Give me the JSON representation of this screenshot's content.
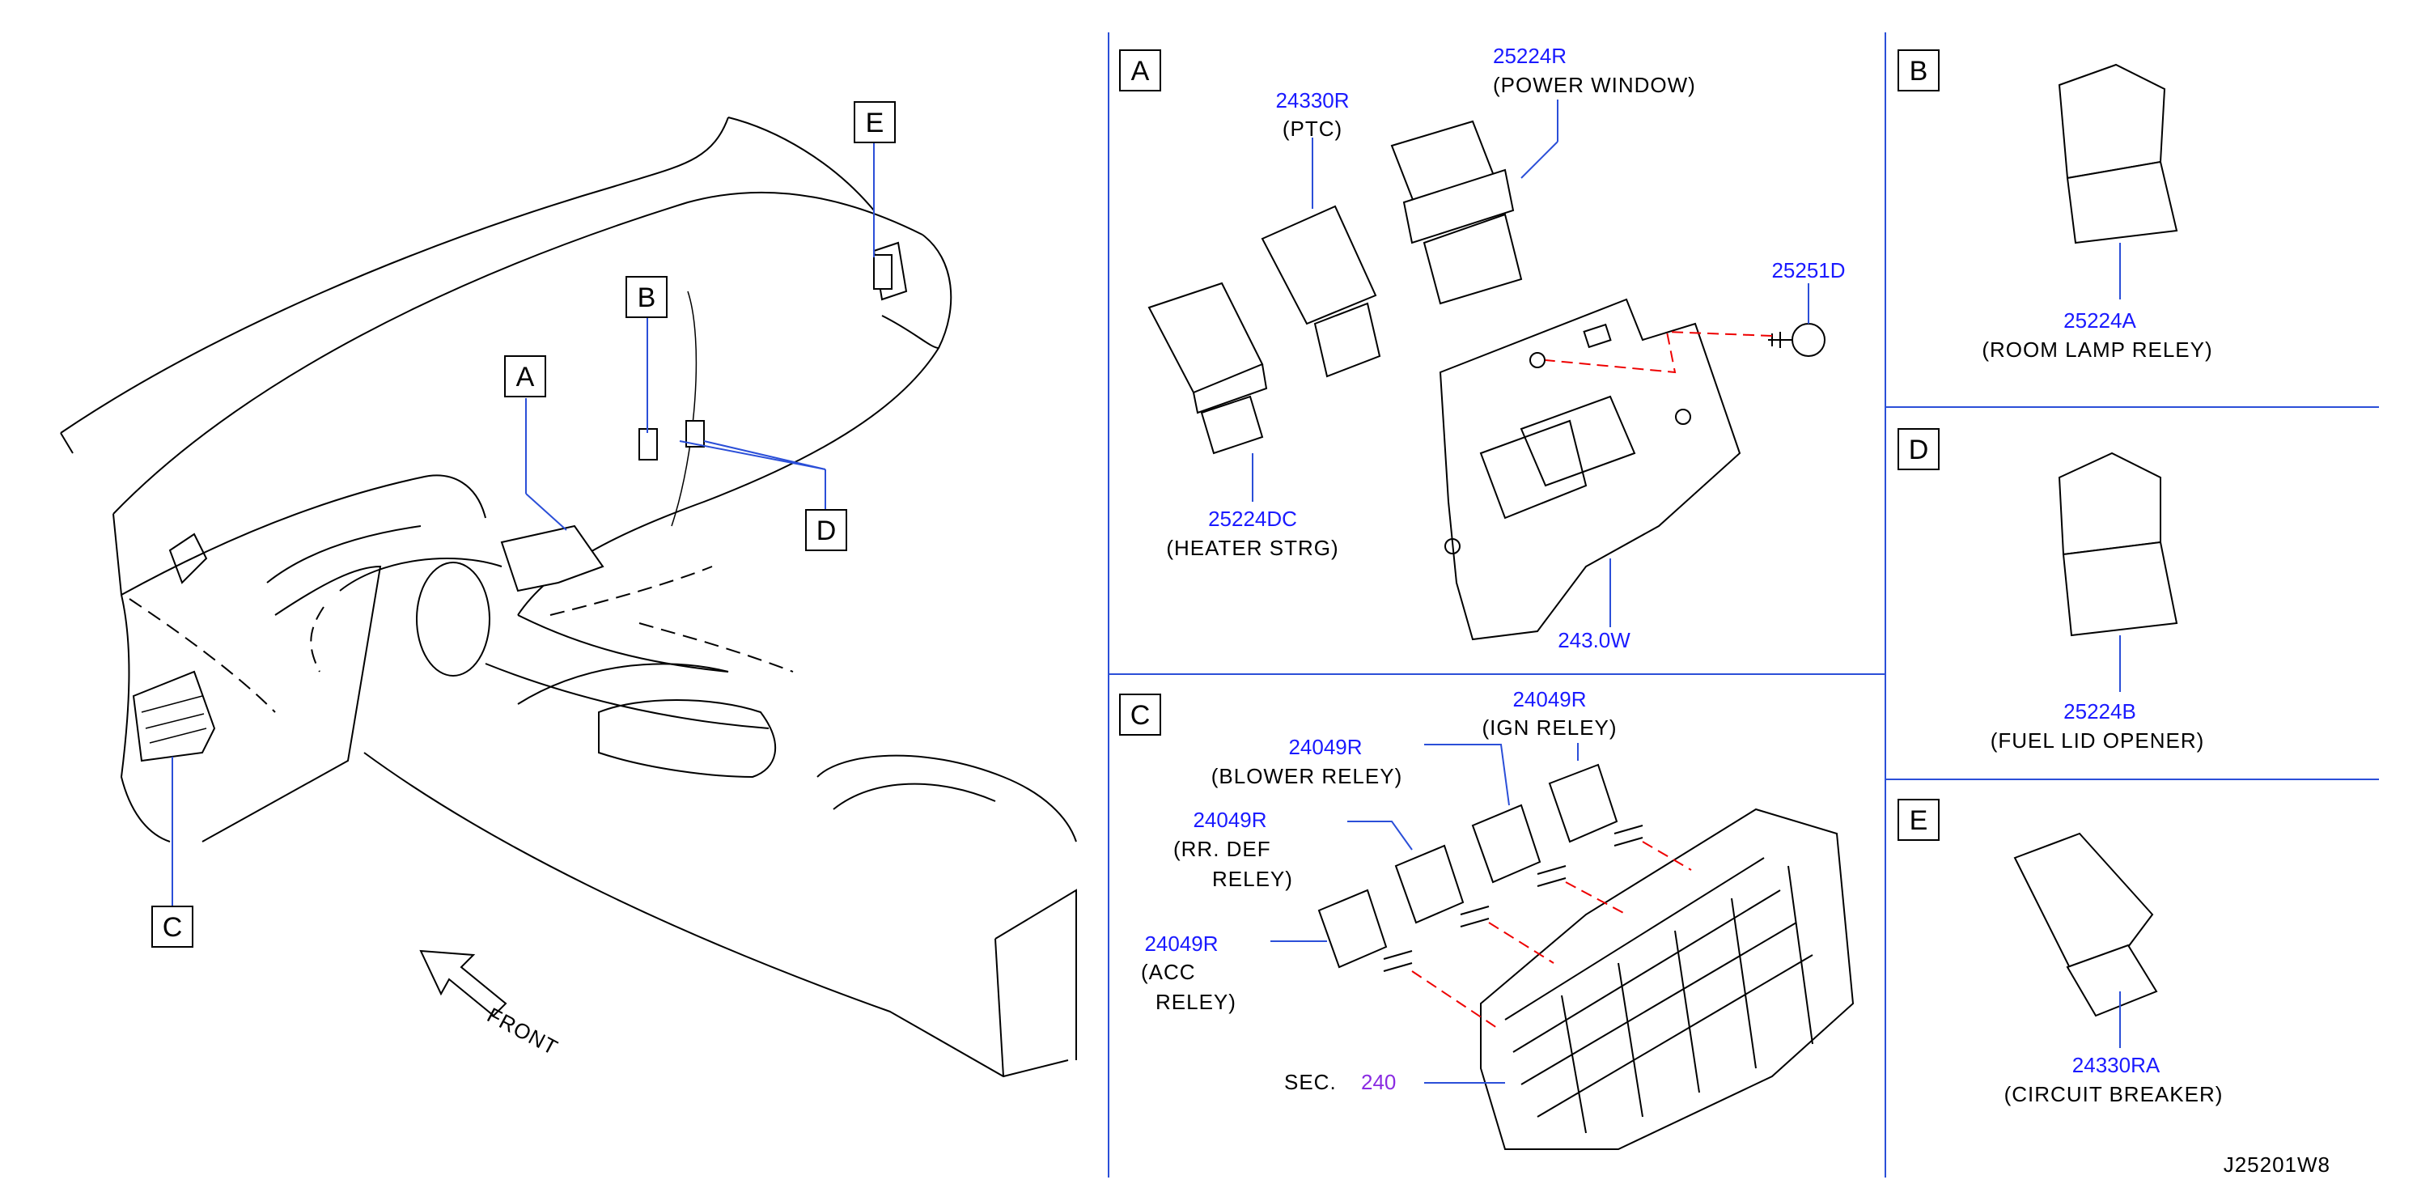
{
  "overview": {
    "labels": [
      "A",
      "B",
      "C",
      "D",
      "E"
    ],
    "front_label": "FRONT"
  },
  "panel_a": {
    "letter": "A",
    "parts": [
      {
        "number": "24330R",
        "desc": "(PTC)"
      },
      {
        "number": "25224R",
        "desc": "(POWER WINDOW)"
      },
      {
        "number": "25251D",
        "desc": ""
      },
      {
        "number": "25224DC",
        "desc": "(HEATER STRG)"
      },
      {
        "number": "243.0W",
        "desc": ""
      }
    ]
  },
  "panel_b": {
    "letter": "B",
    "parts": [
      {
        "number": "25224A",
        "desc": "(ROOM LAMP RELEY)"
      }
    ]
  },
  "panel_c": {
    "letter": "C",
    "parts": [
      {
        "number": "24049R",
        "desc": "(IGN RELEY)"
      },
      {
        "number": "24049R",
        "desc": "(BLOWER RELEY)"
      },
      {
        "number": "24049R",
        "desc": "(RR. DEF",
        "desc2": "RELEY)"
      },
      {
        "number": "24049R",
        "desc": "(ACC",
        "desc2": "RELEY)"
      }
    ],
    "sec_label": "SEC.",
    "sec_number": "240"
  },
  "panel_d": {
    "letter": "D",
    "parts": [
      {
        "number": "25224B",
        "desc": "(FUEL LID OPENER)"
      }
    ]
  },
  "panel_e": {
    "letter": "E",
    "parts": [
      {
        "number": "24330RA",
        "desc": "(CIRCUIT BREAKER)"
      }
    ]
  },
  "diagram_code": "J25201W8",
  "colors": {
    "part_number": "#1a1aff",
    "leader_line": "#2b4fd8",
    "dash_line": "#ee0000",
    "section_ref": "#8a2be2"
  }
}
